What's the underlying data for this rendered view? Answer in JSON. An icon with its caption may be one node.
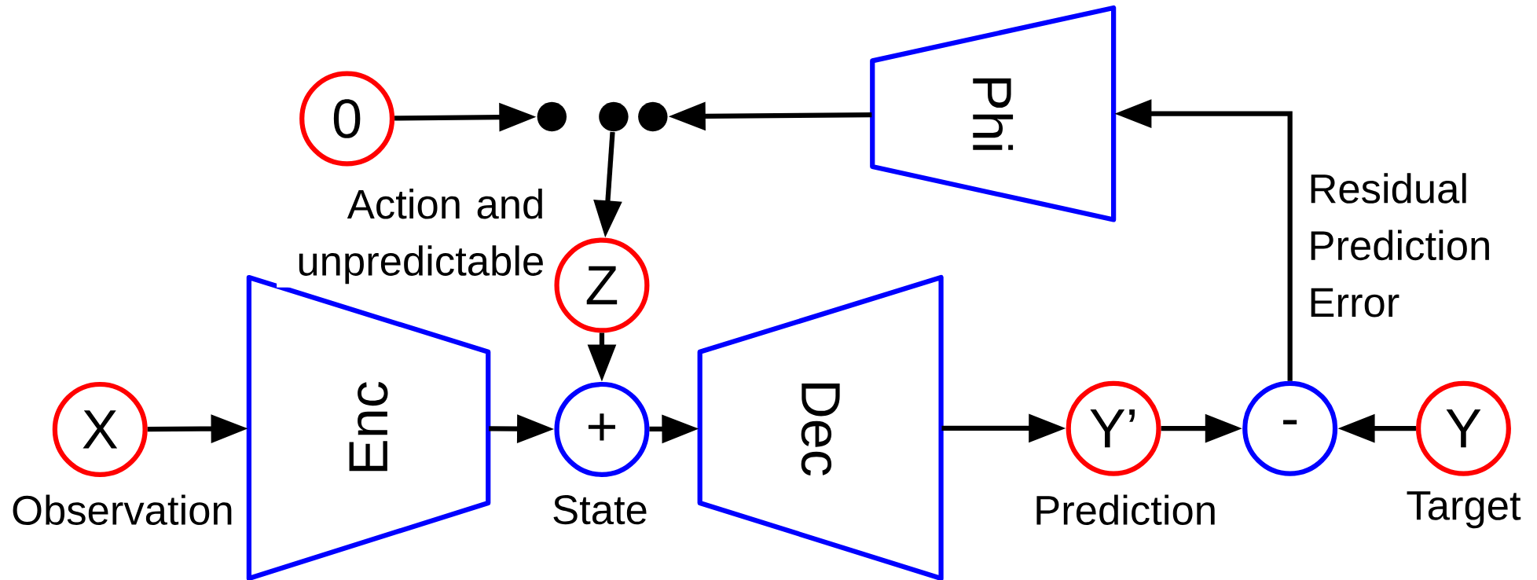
{
  "diagram": {
    "nodes": [
      {
        "text": [
          "0"
        ]
      },
      {
        "text": [],
        "shape": "circle"
      },
      {
        "text": [],
        "shape": "circle"
      },
      {
        "text": [],
        "shape": "circle"
      },
      {
        "text": [
          "Phi"
        ]
      },
      {
        "text": [
          "Z"
        ]
      },
      {
        "text": [
          "X"
        ],
        "beside": [
          "Observation"
        ]
      },
      {
        "text": [
          "Enc"
        ]
      },
      {
        "text": [
          "+"
        ],
        "beside": [
          "State"
        ]
      },
      {
        "text": [
          "Dec"
        ]
      },
      {
        "text": [
          "Y’"
        ],
        "beside": [
          "Prediction"
        ]
      },
      {
        "text": [
          "-"
        ]
      },
      {
        "text": [
          "Y"
        ],
        "beside": [
          "Target"
        ]
      }
    ],
    "edges": [
      {
        "from": 6,
        "to": 7,
        "arrow": "to"
      },
      {
        "from": 7,
        "to": 8,
        "arrow": "to"
      },
      {
        "from": 8,
        "to": 9,
        "arrow": "to"
      },
      {
        "from": 9,
        "to": 10,
        "arrow": "to"
      },
      {
        "from": 10,
        "to": 11,
        "arrow": "to"
      },
      {
        "from": 12,
        "to": 11,
        "arrow": "to"
      },
      {
        "from": 11,
        "to": 4,
        "arrow": "to",
        "label": "Residual Prediction Error"
      },
      {
        "from": 4,
        "to": 3,
        "arrow": "to"
      },
      {
        "from": 0,
        "to": 1,
        "arrow": "to"
      },
      {
        "from": 2,
        "to": 5,
        "arrow": "to",
        "label": "Action and unpredictable"
      },
      {
        "from": 5,
        "to": 8,
        "arrow": "to"
      }
    ]
  }
}
